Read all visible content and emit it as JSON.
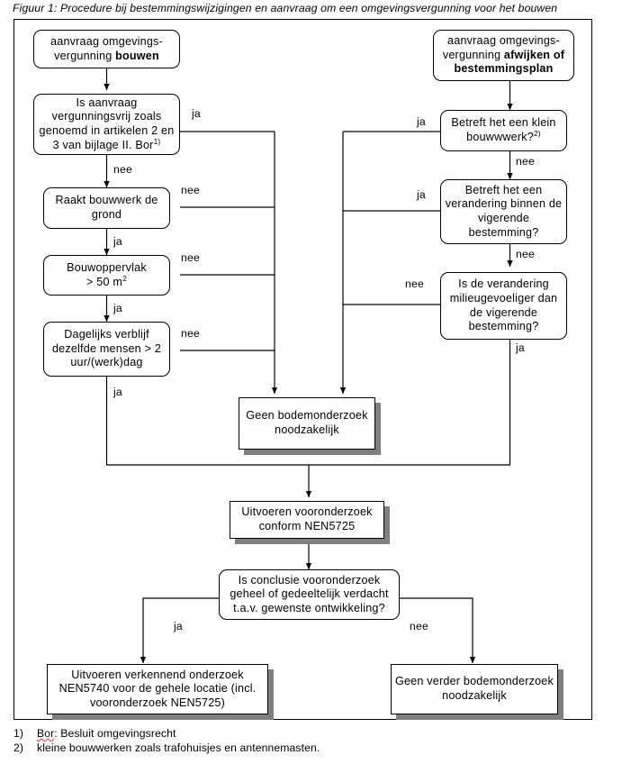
{
  "figure": {
    "title": "Figuur 1:  Procedure  bij  bestemmingswijzigingen  en aanvraag  om een  omgevingsvergunning  voor het  bouwen"
  },
  "nodes": {
    "start_left_line1": "aanvraag omgevings-",
    "start_left_line2_plain": "vergunning ",
    "start_left_line2_bold": "bouwen",
    "start_right_line1": "aanvraag omgevings-",
    "start_right_line2_plain": "vergunning ",
    "start_right_line2_bold": "afwijken of",
    "start_right_line3_bold": "bestemmingsplan",
    "q_vergunningsvrij": "Is aanvraag vergunningsvrij zoals genoemd in artikelen 2 en 3 van bijlage II. Bor",
    "q_vergunningsvrij_sup": "1)",
    "q_raakt_grond": "Raakt bouwwerk de grond",
    "q_bouwoppervlak_line1": "Bouwoppervlak",
    "q_bouwoppervlak_line2": "> 50 m",
    "q_bouwoppervlak_sup": "2",
    "q_dagelijks_verblijf": "Dagelijks verblijf dezelfde mensen > 2 uur/(werk)dag",
    "q_klein_bouwwerk": "Betreft het een klein bouwwwerk?",
    "q_klein_bouwwerk_sup": "2)",
    "q_verandering_binnen": "Betreft het een verandering binnen de vigerende bestemming?",
    "q_milieugevoeliger": "Is de verandering milieugevoeliger dan de vigerende bestemming?",
    "r_geen_bodemonderzoek": "Geen bodemonderzoek noodzakelijk",
    "a_vooronderzoek": "Uitvoeren vooronderzoek conform NEN5725",
    "q_conclusie": "Is conclusie vooronderzoek geheel of gedeeltelijk verdacht t.a.v. gewenste ontwikkeling?",
    "r_verkennend_onderzoek": "Uitvoeren verkennend onderzoek NEN5740 voor de gehele locatie (incl. vooronderzoek NEN5725)",
    "r_geen_verder": "Geen verder bodemonderzoek noodzakelijk"
  },
  "edge_labels": {
    "l1_ja": "ja",
    "l2_nee": "nee",
    "l3_nee": "nee",
    "l4_ja": "ja",
    "l5_nee": "nee",
    "l6_ja": "ja",
    "l7_nee": "nee",
    "l8_ja": "ja",
    "r1_ja": "ja",
    "r2_nee": "nee",
    "r3_ja": "ja",
    "r4_nee": "nee",
    "r5_nee": "nee",
    "r6_ja": "ja",
    "b1_ja": "ja",
    "b2_nee": "nee"
  },
  "footnotes": [
    {
      "num": "1)",
      "mark": "Bor",
      "text": ": Besluit omgevingsrecht"
    },
    {
      "num": "2)",
      "mark": "",
      "text": "kleine bouwwerken zoals trafohuisjes en antennemasten."
    }
  ],
  "colors": {
    "line": "#000000",
    "shadow": "#808080",
    "background": "#ffffff",
    "spellcheck_underline": "#e03030"
  }
}
